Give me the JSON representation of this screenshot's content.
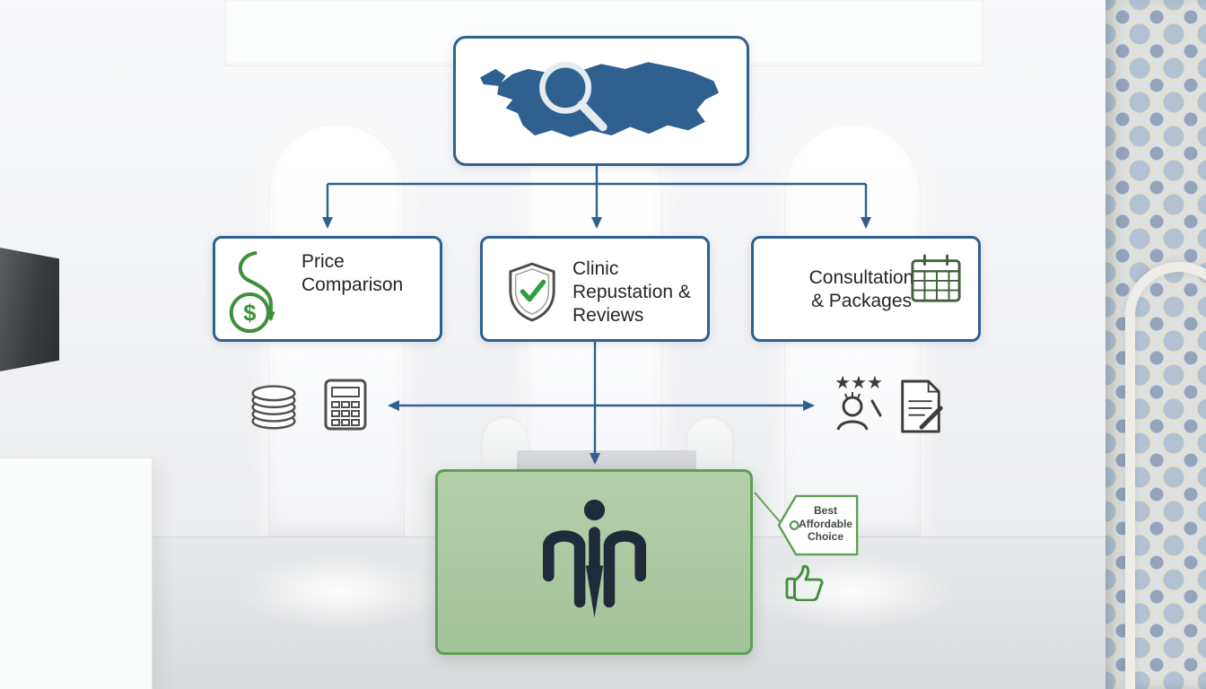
{
  "meta": {
    "title": "Clinic selection flowchart over clinic interior"
  },
  "colors": {
    "arrow_blue": "#2e6090",
    "box_border_blue": "#2e6090",
    "map_blue": "#2e6090",
    "accent_green": "#3f8f3a",
    "result_fill": "#a9c9a2",
    "result_border": "#5f9e57",
    "logo_navy": "#1d2b3a"
  },
  "flowchart": {
    "source": {
      "icon": "turkey-map-search-icon"
    },
    "factors": [
      {
        "id": "price",
        "icon": "dollar-coin-arrow-icon",
        "label": "Price\nComparison"
      },
      {
        "id": "reputation",
        "icon": "shield-check-icon",
        "label": "Clinic\nRepustation &\nReviews"
      },
      {
        "id": "consultation",
        "icon": "calendar-icon",
        "label": "Consultation\n& Packages"
      }
    ],
    "detail_icons": {
      "left": [
        "coins-icon",
        "calculator-icon"
      ],
      "right": [
        "rating-stars-patient-icon",
        "document-pencil-icon"
      ]
    },
    "result": {
      "icon": "clinic-logo",
      "badge": {
        "label": "Best\nAffordable\nChoice",
        "icon": "thumbs-up-icon"
      }
    }
  }
}
